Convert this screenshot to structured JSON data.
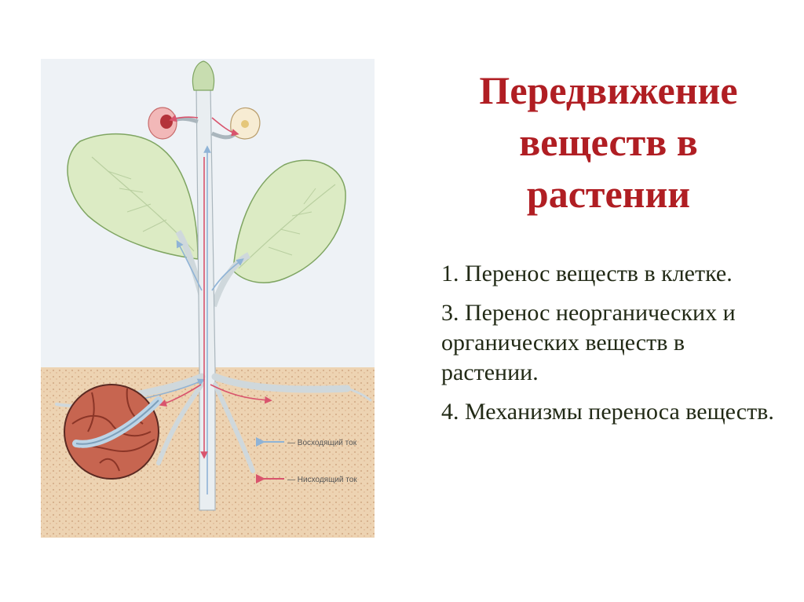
{
  "slide": {
    "title": "Передвижение веществ в растении",
    "points": [
      {
        "text": "1. Перенос веществ в клетке."
      },
      {
        "text": "3. Перенос неорганических и органических веществ в растении."
      },
      {
        "text": "4. Механизмы переноса веществ."
      }
    ]
  },
  "figure": {
    "legend": {
      "ascending_label": "— Восходящий ток",
      "descending_label": "— Нисходящий ток"
    }
  },
  "colors": {
    "title": "#b01e23",
    "body_text": "#222a16",
    "ascending_arrow": "#8fb3d6",
    "descending_arrow": "#d9546d",
    "leaf": "#dcebc4",
    "soil": "#e8c9a3"
  }
}
